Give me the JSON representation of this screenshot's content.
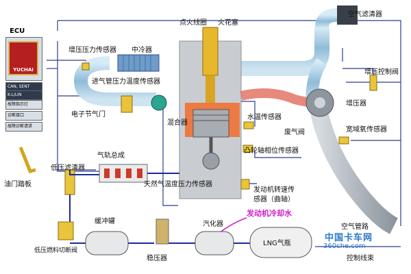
{
  "ecu": {
    "title": "ECU",
    "logo_text": "YUCHAI",
    "rows": [
      "CAN, SENT",
      "K-L/LIN",
      "故障指示灯",
      "诊断接口",
      "故障诊断请求"
    ]
  },
  "labels": {
    "turbo_pressure_sensor": "增压压力传感器",
    "intercooler": "中冷器",
    "ignition_coil": "点火线圈",
    "spark_plug": "火花塞",
    "air_filter": "空气滤清器",
    "boost_control_valve": "增压控制阀",
    "intake_manifold_sensor": "进气管压力温度传感器",
    "turbocharger": "增压器",
    "electronic_throttle": "电子节气门",
    "mixer": "混合器",
    "water_temp_sensor": "水温传感器",
    "wastegate": "废气阀",
    "wide_oxygen_sensor": "宽域氧传感器",
    "cam_phase_sensor": "凸轮轴相位传感器",
    "fuel_rail": "气轨总成",
    "low_pressure_filter": "低压滤清器",
    "gas_temp_pressure_sensor": "天然气温度压力传感器",
    "throttle_pedal": "油门踏板",
    "engine_speed_sensor_line1": "发动机转速传",
    "engine_speed_sensor_line2": "感器（曲轴）",
    "buffer_tank": "缓冲罐",
    "vaporizer": "汽化器",
    "coolant": "发动机冷却水",
    "lng_tank": "LNG气瓶",
    "air_pipe": "空气管路",
    "low_pressure_cutoff_valve": "低压燃料切断阀",
    "regulator": "稳压器",
    "control_harness": "控制线束"
  },
  "watermark": {
    "line1": "中国卡车网",
    "line2": "360che.com"
  },
  "colors": {
    "wire": "#2b3c8c",
    "fuel_line": "#1a2a9e",
    "intake": "#9fc6dd",
    "exhaust": "#e26b5c",
    "coolant_text": "#d21ccb",
    "ecu_logo": "#b51f1f"
  }
}
